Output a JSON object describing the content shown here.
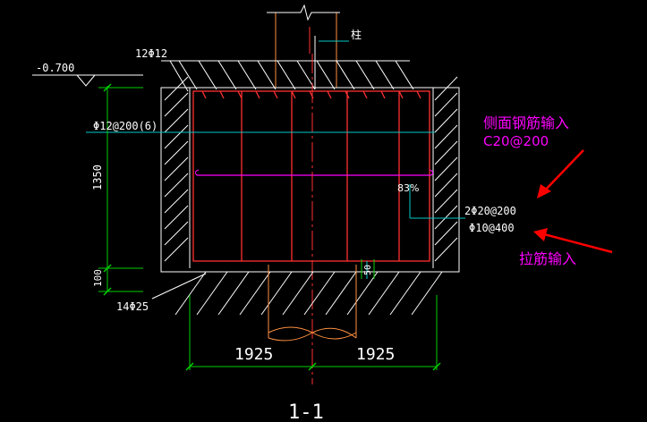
{
  "labels": {
    "column": "柱",
    "top_bars": "12Φ12",
    "elevation": "-0.700",
    "stirrup": "Φ12@200(6)",
    "height_body": "1350",
    "height_cover": "100",
    "bottom_bars": "14Φ25",
    "side_bars": "2Φ20@200",
    "tie_bars": "Φ10@400",
    "cover_50": "50",
    "width_left": "1925",
    "width_right": "1925",
    "section": "1-1",
    "zoom": "83%"
  },
  "annotations": {
    "side_input_title": "侧面钢筋输入",
    "side_input_value": "C20@200",
    "tie_input": "拉筋输入"
  },
  "colors": {
    "background": "#000000",
    "outline": "#ffffff",
    "hatch": "#ffffff",
    "rebar": "#ff3030",
    "dim": "#00d000",
    "cyan": "#00c8c8",
    "orange": "#ff9040",
    "magenta": "#ff00ff",
    "arrow": "#ff0000",
    "pink": "#ff00ff"
  }
}
